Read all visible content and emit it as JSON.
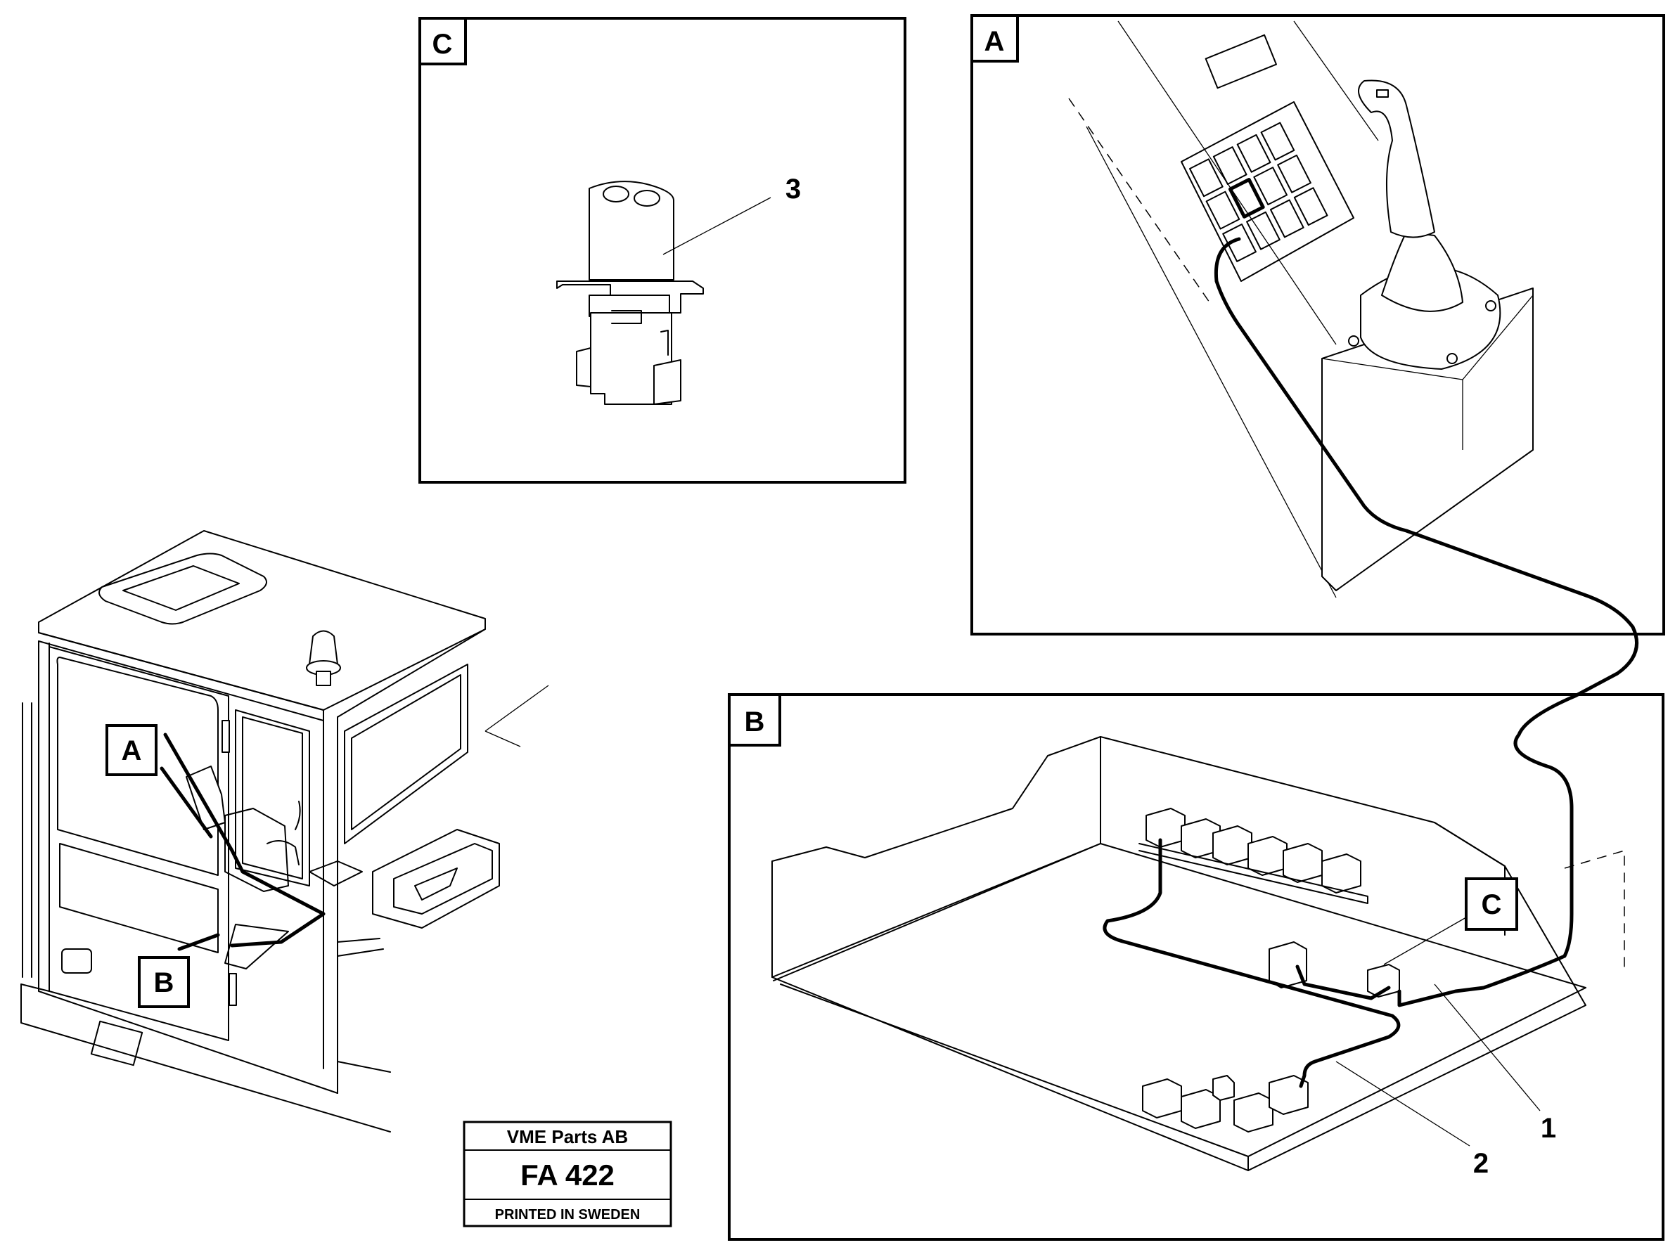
{
  "panels": {
    "a": {
      "label": "A"
    },
    "b": {
      "label": "B"
    },
    "c": {
      "label": "C"
    }
  },
  "callouts": {
    "item1": "1",
    "item2": "2",
    "item3": "3",
    "cab_a": "A",
    "cab_b": "B",
    "floor_c": "C"
  },
  "title_block": {
    "company": "VME Parts AB",
    "code": "FA 422",
    "printed": "PRINTED IN SWEDEN"
  }
}
